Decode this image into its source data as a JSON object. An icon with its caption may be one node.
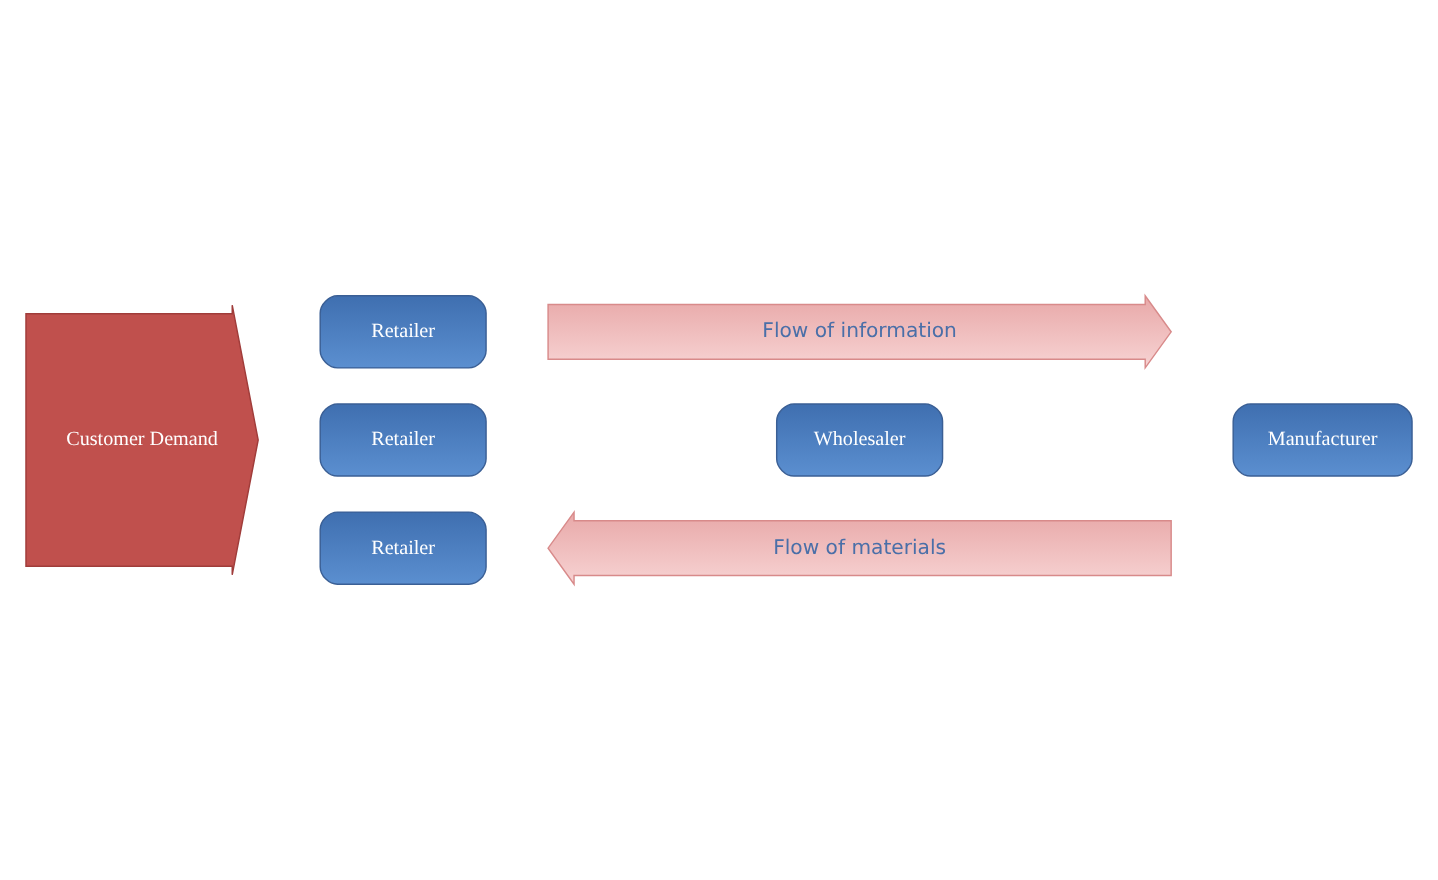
{
  "diagram": {
    "nodes": [
      {
        "text": [
          "Flow of information"
        ]
      },
      {
        "text": [
          "Customer Demand"
        ]
      },
      {
        "text": [
          "Retailer"
        ]
      },
      {
        "text": [
          "Retailer"
        ]
      },
      {
        "text": [
          "Wholesaler"
        ]
      },
      {
        "text": [
          "Manufacturer"
        ]
      },
      {
        "text": [
          "Retailer"
        ]
      },
      {
        "text": [
          "Flow of materials"
        ]
      }
    ]
  }
}
